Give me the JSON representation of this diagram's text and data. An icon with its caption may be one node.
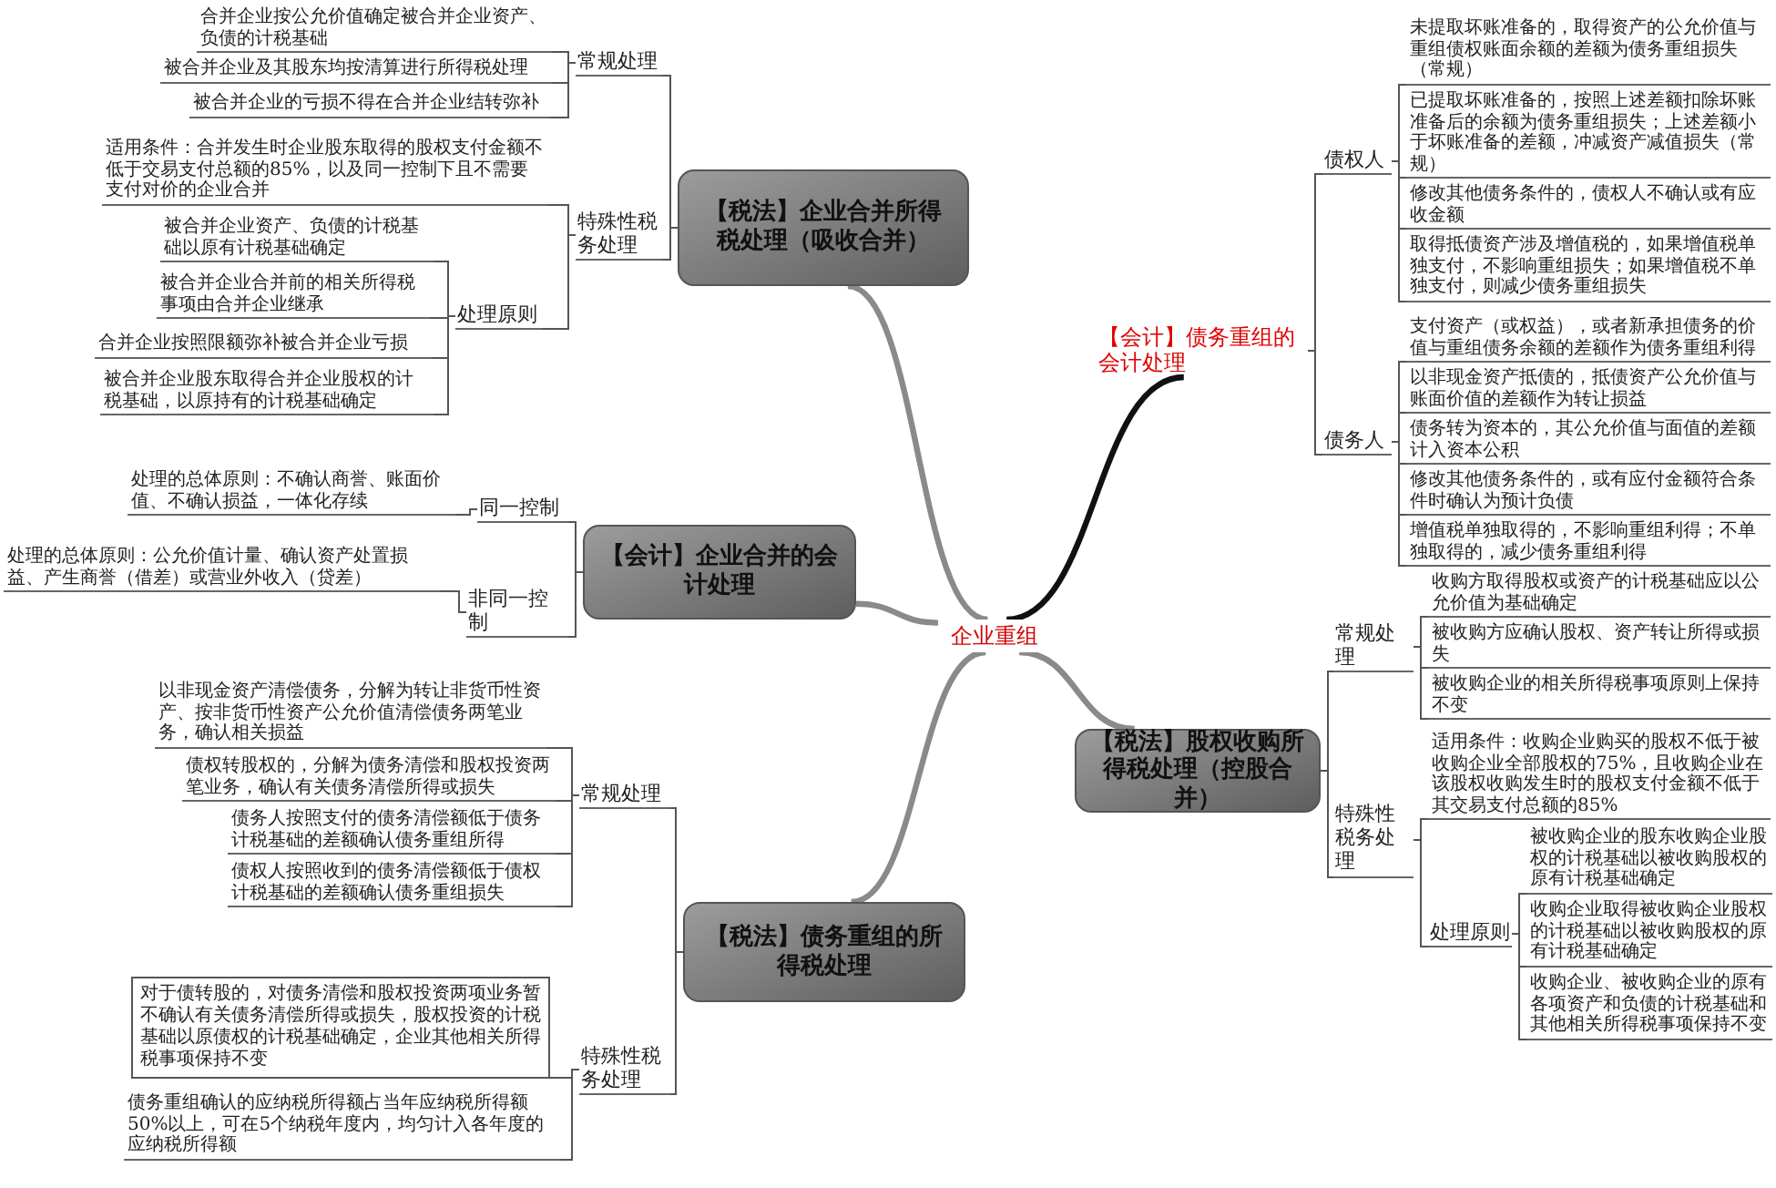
{
  "diagram": {
    "nodes": [
      {
        "text": [
          "企业重组"
        ]
      },
      {
        "text": [
          "【税法】企业合并所得税处理（吸收合并）"
        ]
      },
      {
        "text": [
          "常规处理"
        ]
      },
      {
        "text": [
          "合并企业按公允价值确定被合并企业资产、负债的计税基础"
        ]
      },
      {
        "text": [
          "被合并企业及其股东均按清算进行所得税处理"
        ]
      },
      {
        "text": [
          "被合并企业的亏损不得在合并企业结转弥补"
        ]
      },
      {
        "text": [
          "特殊性税务处理"
        ]
      },
      {
        "text": [
          "适用条件：合并发生时企业股东取得的股权支付金额不低于交易支付总额的85%，以及同一控制下且不需要支付对价的企业合并"
        ]
      },
      {
        "text": [
          "处理原则"
        ]
      },
      {
        "text": [
          "被合并企业资产、负债的计税基础以原有计税基础确定"
        ]
      },
      {
        "text": [
          "被合并企业合并前的相关所得税事项由合并企业继承"
        ]
      },
      {
        "text": [
          "合并企业按照限额弥补被合并企业亏损"
        ]
      },
      {
        "text": [
          "被合并企业股东取得合并企业股权的计税基础，以原持有的计税基础确定"
        ]
      },
      {
        "text": [
          "【会计】企业合并的会计处理"
        ]
      },
      {
        "text": [
          "同一控制"
        ]
      },
      {
        "text": [
          "处理的总体原则：不确认商誉、账面价值、不确认损益，一体化存续"
        ]
      },
      {
        "text": [
          "非同一控制"
        ]
      },
      {
        "text": [
          "处理的总体原则：公允价值计量、确认资产处置损益、产生商誉（借差）或营业外收入（贷差）"
        ]
      },
      {
        "text": [
          "【税法】债务重组的所得税处理"
        ]
      },
      {
        "text": [
          "常规处理"
        ]
      },
      {
        "text": [
          "以非现金资产清偿债务，分解为转让非货币性资产、按非货币性资产公允价值清偿债务两笔业务，确认相关损益"
        ]
      },
      {
        "text": [
          "债权转股权的，分解为债务清偿和股权投资两笔业务，确认有关债务清偿所得或损失"
        ]
      },
      {
        "text": [
          "债务人按照支付的债务清偿额低于债务计税基础的差额确认债务重组所得"
        ]
      },
      {
        "text": [
          "债权人按照收到的债务清偿额低于债权计税基础的差额确认债务重组损失"
        ]
      },
      {
        "text": [
          "特殊性税务处理"
        ]
      },
      {
        "text": [
          "对于债转股的，对债务清偿和股权投资两项业务暂不确认有关债务清偿所得或损失，股权投资的计税基础以原债权的计税基础确定，企业其他相关所得税事项保持不变"
        ]
      },
      {
        "text": [
          "债务重组确认的应纳税所得额占当年应纳税所得额50%以上，可在5个纳税年度内，均匀计入各年度的应纳税所得额"
        ]
      },
      {
        "text": [
          "【会计】债务重组的会计处理"
        ]
      },
      {
        "text": [
          "债权人"
        ]
      },
      {
        "text": [
          "未提取坏账准备的，取得资产的公允价值与重组债权账面余额的差额为债务重组损失（常规）"
        ]
      },
      {
        "text": [
          "已提取坏账准备的，按照上述差额扣除坏账准备后的余额为债务重组损失；上述差额小于坏账准备的差额，冲减资产减值损失（常规）"
        ]
      },
      {
        "text": [
          "修改其他债务条件的，债权人不确认或有应收金额"
        ]
      },
      {
        "text": [
          "取得抵债资产涉及增值税的，如果增值税单独支付，不影响重组损失；如果增值税不单独支付，则减少债务重组损失"
        ]
      },
      {
        "text": [
          "债务人"
        ]
      },
      {
        "text": [
          "支付资产（或权益），或者新承担债务的价值与重组债务余额的差额作为债务重组利得"
        ]
      },
      {
        "text": [
          "以非现金资产抵债的，抵债资产公允价值与账面价值的差额作为转让损益"
        ]
      },
      {
        "text": [
          "债务转为资本的，其公允价值与面值的差额计入资本公积"
        ]
      },
      {
        "text": [
          "修改其他债务条件的，或有应付金额符合条件时确认为预计负债"
        ]
      },
      {
        "text": [
          "增值税单独取得的，不影响重组利得；不单独取得的，减少债务重组利得"
        ]
      },
      {
        "text": [
          "【税法】股权收购所得税处理（控股合并）"
        ]
      },
      {
        "text": [
          "常规处理"
        ]
      },
      {
        "text": [
          "收购方取得股权或资产的计税基础应以公允价值为基础确定"
        ]
      },
      {
        "text": [
          "被收购方应确认股权、资产转让所得或损失"
        ]
      },
      {
        "text": [
          "被收购企业的相关所得税事项原则上保持不变"
        ]
      },
      {
        "text": [
          "特殊性税务处理"
        ]
      },
      {
        "text": [
          "适用条件：收购企业购买的股权不低于被收购企业全部股权的75%，且收购企业在该股权收购发生时的股权支付金额不低于其交易支付总额的85%"
        ]
      },
      {
        "text": [
          "处理原则"
        ]
      },
      {
        "text": [
          "被收购企业的股东收购企业股权的计税基础以被收购股权的原有计税基础确定"
        ]
      },
      {
        "text": [
          "收购企业取得被收购企业股权的计税基础以被收购股权的原有计税基础确定"
        ]
      },
      {
        "text": [
          "收购企业、被收购企业的原有各项资产和负债的计税基础和其他相关所得税事项保持不变"
        ]
      }
    ],
    "edges": [
      {
        "from": 0,
        "to": 1,
        "arrow": "none",
        "style": "thick"
      },
      {
        "from": 0,
        "to": 13,
        "arrow": "none",
        "style": "thick"
      },
      {
        "from": 0,
        "to": 18,
        "arrow": "none",
        "style": "thick"
      },
      {
        "from": 0,
        "to": 27,
        "arrow": "none",
        "style": "thick",
        "color": "#111111"
      },
      {
        "from": 0,
        "to": 39,
        "arrow": "none",
        "style": "thick"
      },
      {
        "from": 1,
        "to": 2,
        "arrow": "none"
      },
      {
        "from": 1,
        "to": 6,
        "arrow": "none"
      },
      {
        "from": 2,
        "to": 3,
        "arrow": "none"
      },
      {
        "from": 2,
        "to": 4,
        "arrow": "none"
      },
      {
        "from": 2,
        "to": 5,
        "arrow": "none"
      },
      {
        "from": 6,
        "to": 7,
        "arrow": "none"
      },
      {
        "from": 6,
        "to": 8,
        "arrow": "none"
      },
      {
        "from": 8,
        "to": 9,
        "arrow": "none"
      },
      {
        "from": 8,
        "to": 10,
        "arrow": "none"
      },
      {
        "from": 8,
        "to": 11,
        "arrow": "none"
      },
      {
        "from": 8,
        "to": 12,
        "arrow": "none"
      },
      {
        "from": 13,
        "to": 14,
        "arrow": "none"
      },
      {
        "from": 13,
        "to": 16,
        "arrow": "none"
      },
      {
        "from": 14,
        "to": 15,
        "arrow": "none"
      },
      {
        "from": 16,
        "to": 17,
        "arrow": "none"
      },
      {
        "from": 18,
        "to": 19,
        "arrow": "none"
      },
      {
        "from": 18,
        "to": 24,
        "arrow": "none"
      },
      {
        "from": 19,
        "to": 20,
        "arrow": "none"
      },
      {
        "from": 19,
        "to": 21,
        "arrow": "none"
      },
      {
        "from": 19,
        "to": 22,
        "arrow": "none"
      },
      {
        "from": 19,
        "to": 23,
        "arrow": "none"
      },
      {
        "from": 24,
        "to": 25,
        "arrow": "none"
      },
      {
        "from": 24,
        "to": 26,
        "arrow": "none"
      },
      {
        "from": 27,
        "to": 28,
        "arrow": "none"
      },
      {
        "from": 27,
        "to": 33,
        "arrow": "none"
      },
      {
        "from": 28,
        "to": 29,
        "arrow": "none"
      },
      {
        "from": 28,
        "to": 30,
        "arrow": "none"
      },
      {
        "from": 28,
        "to": 31,
        "arrow": "none"
      },
      {
        "from": 28,
        "to": 32,
        "arrow": "none"
      },
      {
        "from": 33,
        "to": 34,
        "arrow": "none"
      },
      {
        "from": 33,
        "to": 35,
        "arrow": "none"
      },
      {
        "from": 33,
        "to": 36,
        "arrow": "none"
      },
      {
        "from": 33,
        "to": 37,
        "arrow": "none"
      },
      {
        "from": 33,
        "to": 38,
        "arrow": "none"
      },
      {
        "from": 39,
        "to": 40,
        "arrow": "none"
      },
      {
        "from": 39,
        "to": 44,
        "arrow": "none"
      },
      {
        "from": 40,
        "to": 41,
        "arrow": "none"
      },
      {
        "from": 40,
        "to": 42,
        "arrow": "none"
      },
      {
        "from": 40,
        "to": 43,
        "arrow": "none"
      },
      {
        "from": 44,
        "to": 45,
        "arrow": "none"
      },
      {
        "from": 44,
        "to": 46,
        "arrow": "none"
      },
      {
        "from": 46,
        "to": 47,
        "arrow": "none"
      },
      {
        "from": 46,
        "to": 48,
        "arrow": "none"
      },
      {
        "from": 46,
        "to": 49,
        "arrow": "none"
      }
    ]
  }
}
